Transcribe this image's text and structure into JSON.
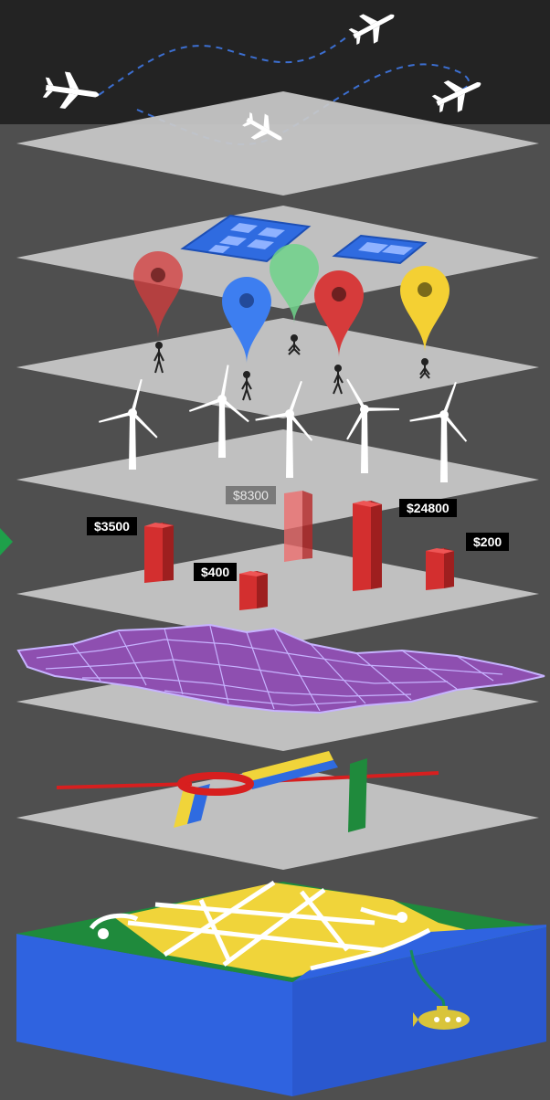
{
  "price_labels": [
    {
      "id": "price-tag-3500",
      "text": "$3500",
      "faded": false
    },
    {
      "id": "price-tag-8300",
      "text": "$8300",
      "faded": true
    },
    {
      "id": "price-tag-24800",
      "text": "$24800",
      "faded": false
    },
    {
      "id": "price-tag-200",
      "text": "$200",
      "faded": false
    },
    {
      "id": "price-tag-400",
      "text": "$400",
      "faded": false
    }
  ],
  "colors": {
    "top_band": "#232323",
    "background": "#4f4f4f",
    "layer_plane": "#c9c9c9",
    "map_blue": "#3a6fe0",
    "map_yellow": "#f0d43a",
    "map_green": "#1f8a3c",
    "marker_red": "#d63b3b",
    "marker_blue": "#3d7ef0",
    "marker_green": "#6fd28a",
    "marker_yellow": "#f4d033",
    "bar_red": "#d32f2f",
    "terrain_purple": "#8e4fb0",
    "road_red": "#d71f1f",
    "accent_green": "#1ea04a"
  }
}
